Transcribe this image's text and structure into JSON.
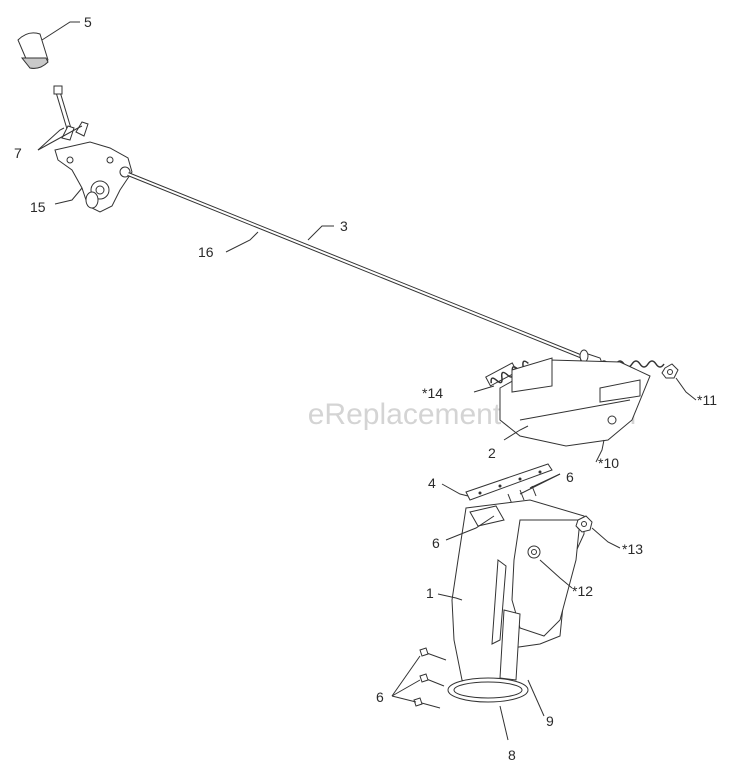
{
  "watermark": "eReplacementParts.com",
  "labels": {
    "p1": "1",
    "p2": "2",
    "p3": "3",
    "p4": "4",
    "p5": "5",
    "p6a": "6",
    "p6b": "6",
    "p6c": "6",
    "p7": "7",
    "p8": "8",
    "p9": "9",
    "p10": "*10",
    "p11": "*11",
    "p12": "*12",
    "p13": "*13",
    "p14": "*14",
    "p15": "15",
    "p16": "16"
  }
}
